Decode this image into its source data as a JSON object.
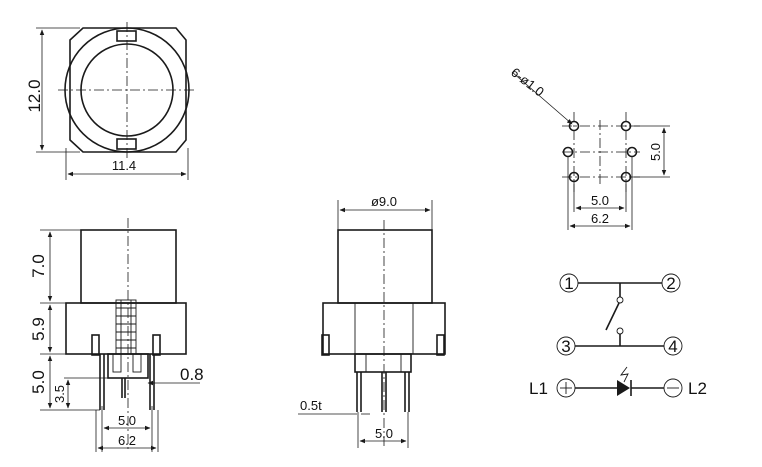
{
  "top_view": {
    "height_label": "12.0",
    "width_label": "11.4"
  },
  "side_view_left": {
    "h1_label": "7.0",
    "h2_label": "5.9",
    "h3_label": "5.0",
    "h4_label": "3.5",
    "pin_label": "0.8",
    "pitch_label": "5.0",
    "span_label": "6.2"
  },
  "side_view_mid": {
    "diameter_label": "ø9.0",
    "thickness_label": "0.5t",
    "pitch_label": "5.0"
  },
  "footprint": {
    "hole_label": "6-ø1.0",
    "v_pitch_label": "5.0",
    "h_pitch_label": "5.0",
    "span_label": "6.2"
  },
  "schematic": {
    "pin1": "1",
    "pin2": "2",
    "pin3": "3",
    "pin4": "4",
    "led_left": "L1",
    "led_right": "L2"
  }
}
